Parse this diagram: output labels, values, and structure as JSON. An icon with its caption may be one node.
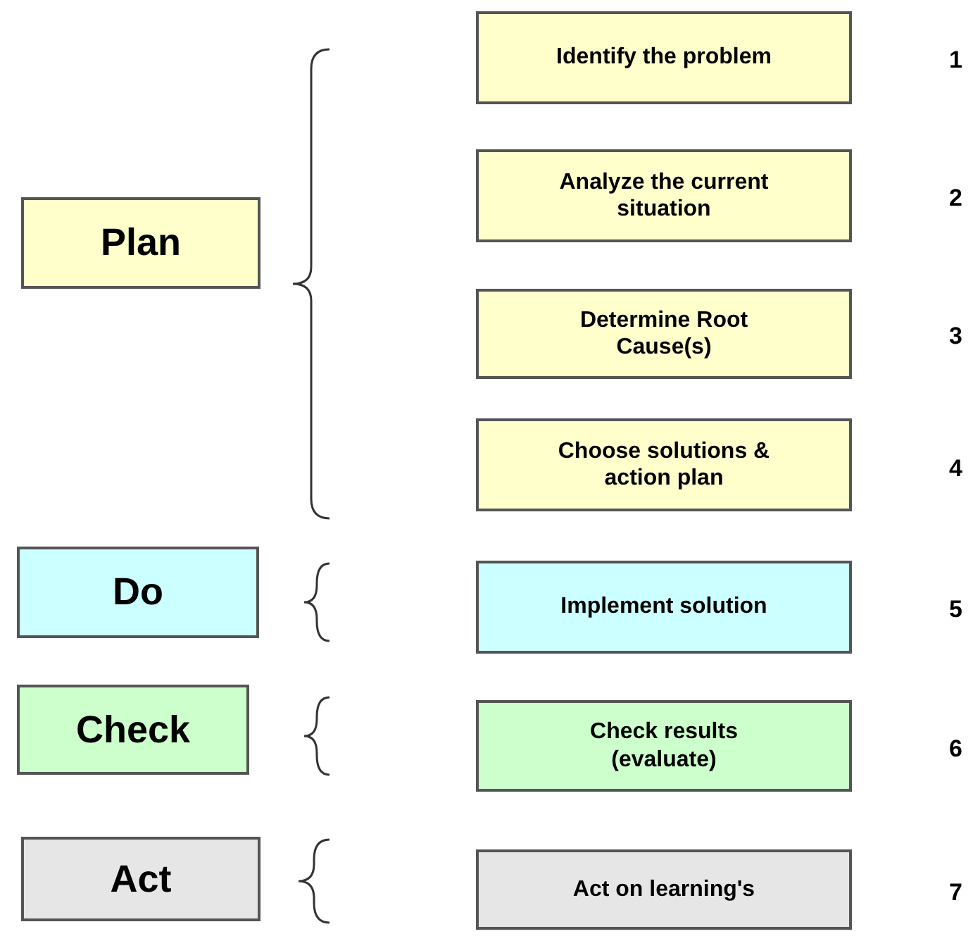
{
  "diagram": {
    "nodes": [
      {
        "text": [
          "Plan"
        ]
      },
      {
        "text": [
          "Identify the problem"
        ]
      },
      {
        "text": [
          "Analyze the current situation"
        ]
      },
      {
        "text": [
          "Determine Root Cause(s)"
        ]
      },
      {
        "text": [
          "Choose solutions & action plan"
        ]
      },
      {
        "text": [
          "Do"
        ]
      },
      {
        "text": [
          "Implement solution"
        ]
      },
      {
        "text": [
          "Check"
        ]
      },
      {
        "text": [
          "Check results (evaluate)"
        ]
      },
      {
        "text": [
          "Act"
        ]
      },
      {
        "text": [
          "Act on learning's"
        ]
      }
    ],
    "labels": [
      "1",
      "2",
      "3",
      "4",
      "5",
      "6",
      "7"
    ]
  }
}
